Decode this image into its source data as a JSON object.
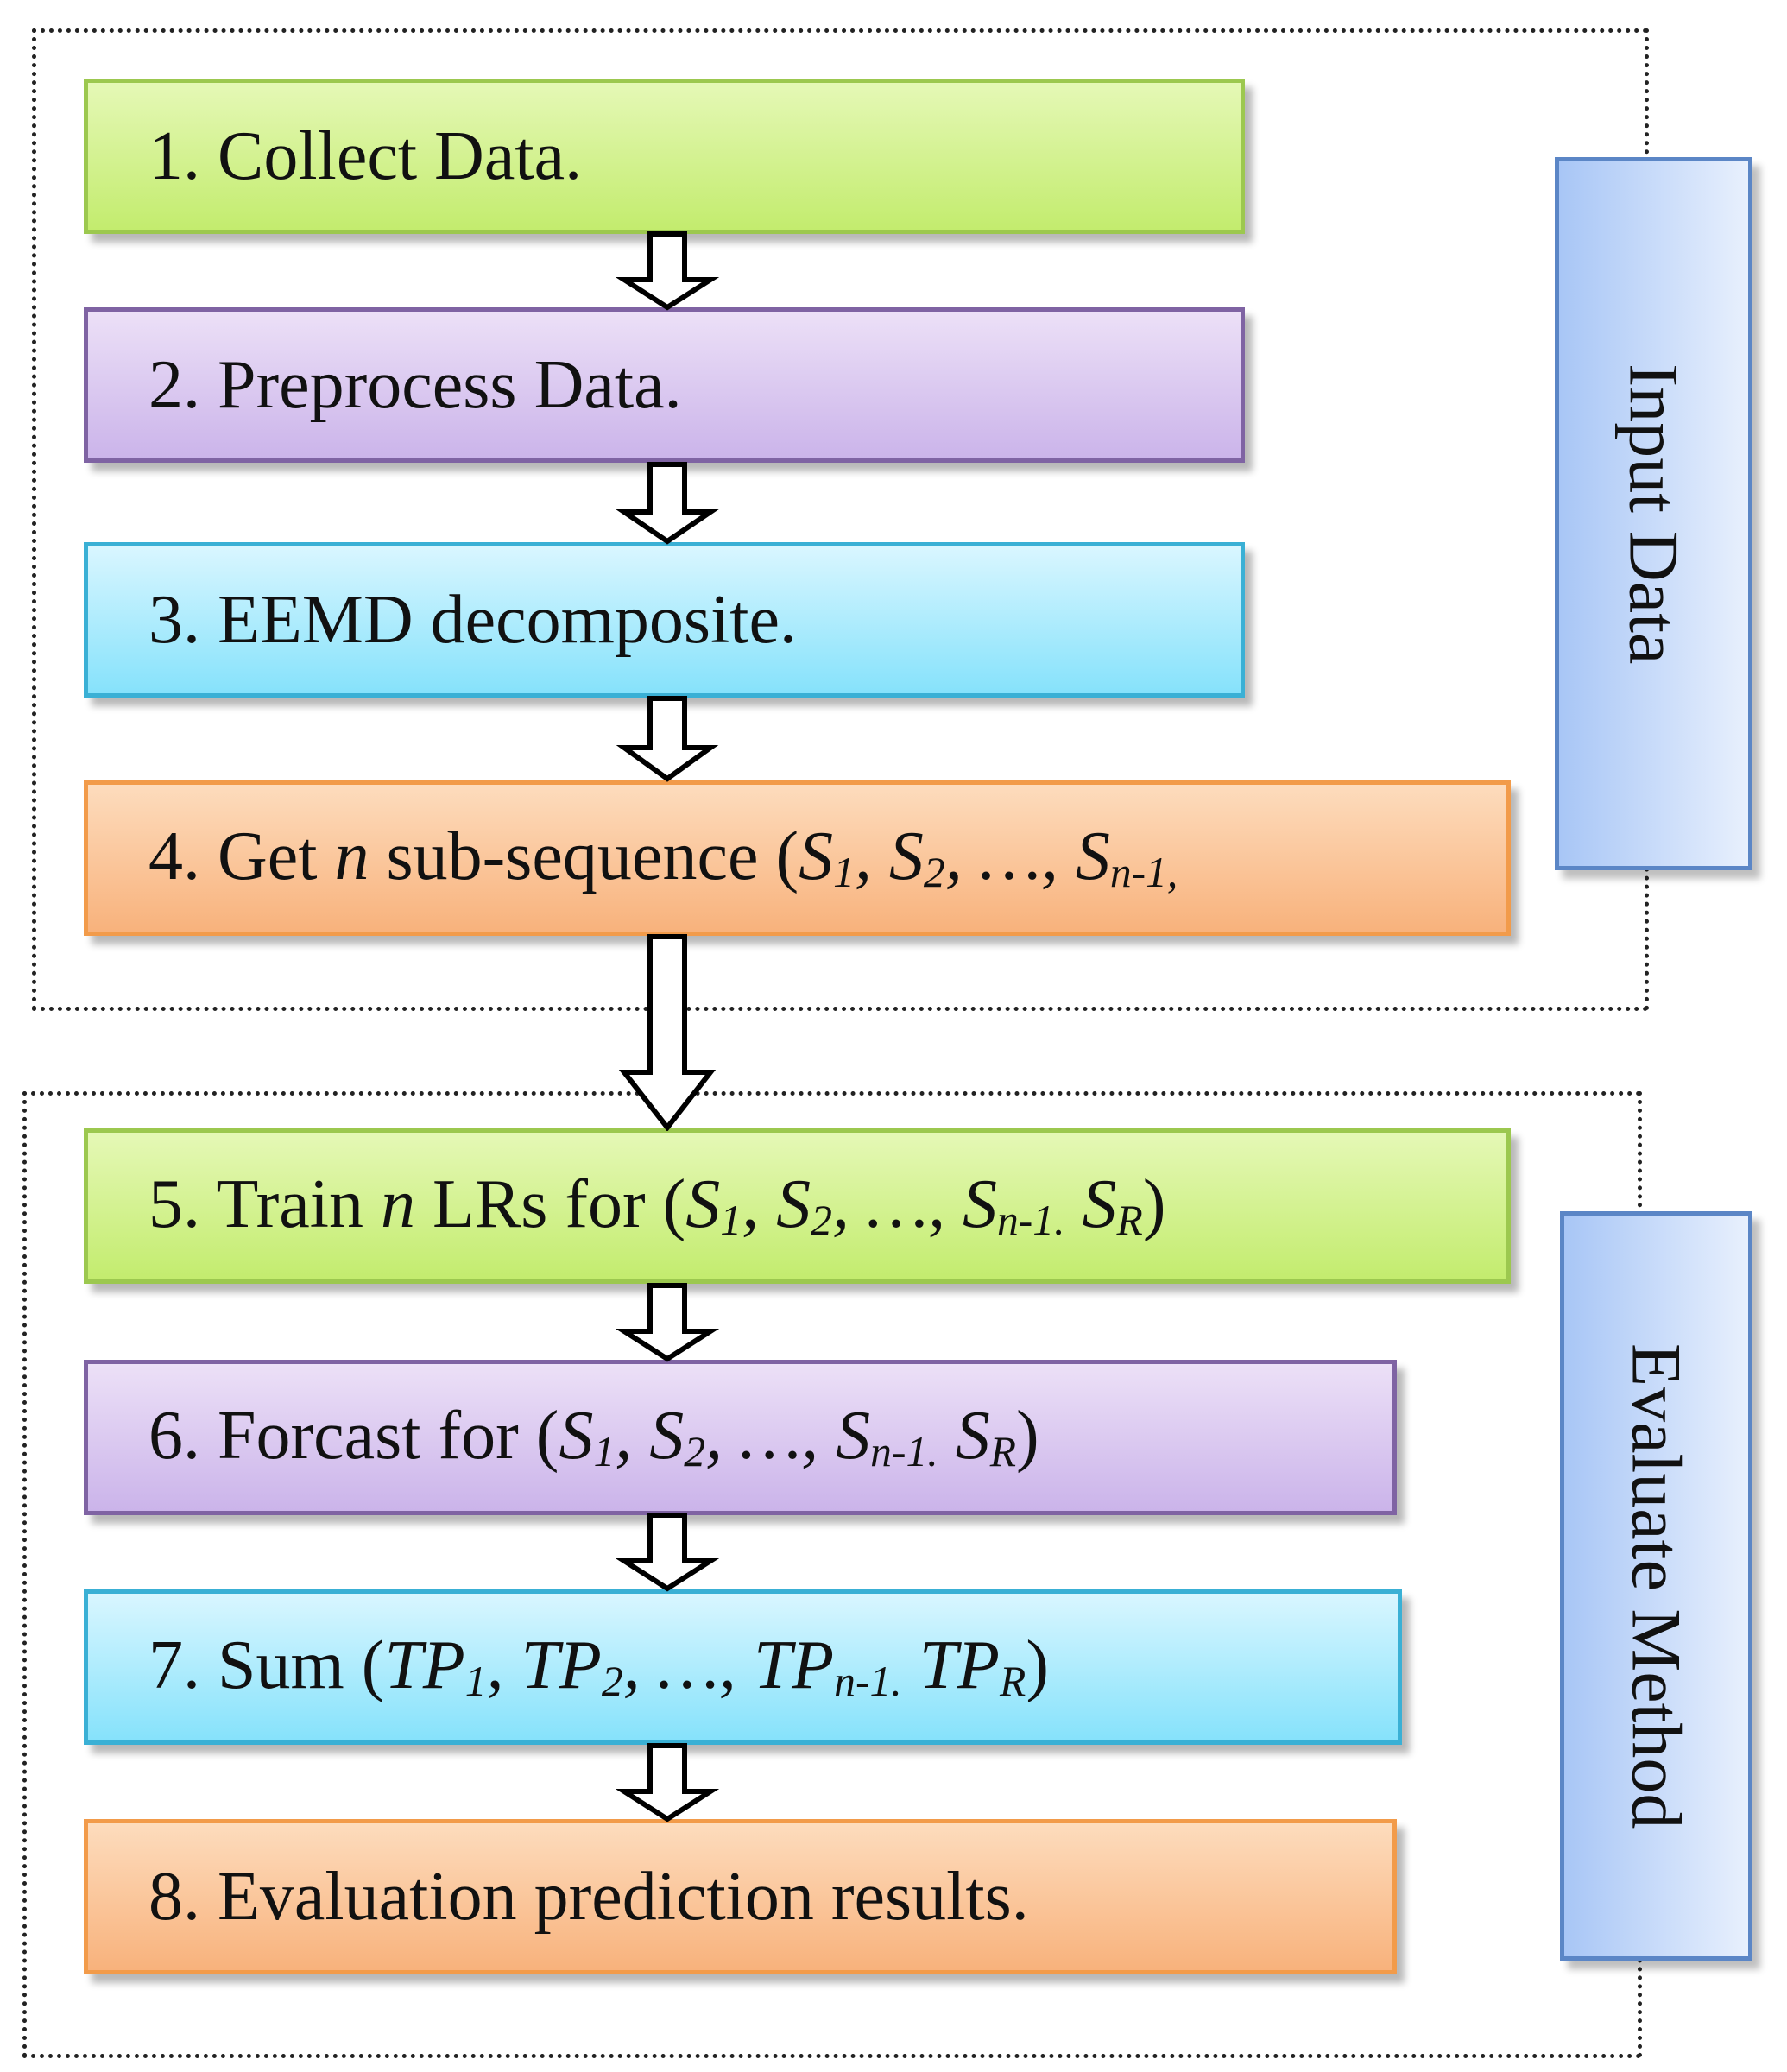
{
  "groups": {
    "input": {
      "label": "Input Data"
    },
    "evaluate": {
      "label": "Evaluate Method"
    }
  },
  "steps": [
    {
      "color": "green",
      "parts": [
        {
          "t": "1. Collect Data."
        }
      ]
    },
    {
      "color": "purple",
      "parts": [
        {
          "t": "2. Preprocess Data."
        }
      ]
    },
    {
      "color": "cyan",
      "parts": [
        {
          "t": "3. EEMD decomposite."
        }
      ]
    },
    {
      "color": "orange",
      "parts": [
        {
          "t": "4. Get "
        },
        {
          "t": "n",
          "i": true
        },
        {
          "t": " sub-sequence ("
        },
        {
          "t": "S",
          "i": true
        },
        {
          "t": "1",
          "sub": true
        },
        {
          "t": ", ",
          "i": true
        },
        {
          "t": "S",
          "i": true
        },
        {
          "t": "2",
          "sub": true
        },
        {
          "t": ",  …, ",
          "i": true
        },
        {
          "t": "S",
          "i": true
        },
        {
          "t": "n-1,",
          "sub": true
        }
      ]
    },
    {
      "color": "green",
      "parts": [
        {
          "t": "5. Train "
        },
        {
          "t": "n",
          "i": true
        },
        {
          "t": " LRs for ("
        },
        {
          "t": "S",
          "i": true
        },
        {
          "t": "1",
          "sub": true
        },
        {
          "t": ", ",
          "i": true
        },
        {
          "t": "S",
          "i": true
        },
        {
          "t": "2",
          "sub": true
        },
        {
          "t": ",  …, ",
          "i": true
        },
        {
          "t": "S",
          "i": true
        },
        {
          "t": "n-1.",
          "sub": true
        },
        {
          "t": " S",
          "i": true
        },
        {
          "t": "R",
          "sub": true
        },
        {
          "t": ")"
        }
      ]
    },
    {
      "color": "purple",
      "parts": [
        {
          "t": "6. Forcast for ("
        },
        {
          "t": "S",
          "i": true
        },
        {
          "t": "1",
          "sub": true
        },
        {
          "t": ", ",
          "i": true
        },
        {
          "t": "S",
          "i": true
        },
        {
          "t": "2",
          "sub": true
        },
        {
          "t": ",  …, ",
          "i": true
        },
        {
          "t": "S",
          "i": true
        },
        {
          "t": "n-1.",
          "sub": true
        },
        {
          "t": " S",
          "i": true
        },
        {
          "t": "R",
          "sub": true
        },
        {
          "t": ")"
        }
      ]
    },
    {
      "color": "cyan",
      "parts": [
        {
          "t": "7. Sum ("
        },
        {
          "t": "TP",
          "i": true
        },
        {
          "t": "1",
          "sub": true
        },
        {
          "t": ", ",
          "i": true
        },
        {
          "t": "TP",
          "i": true
        },
        {
          "t": "2",
          "sub": true
        },
        {
          "t": ",  …, ",
          "i": true
        },
        {
          "t": "TP",
          "i": true
        },
        {
          "t": "n-1.",
          "sub": true
        },
        {
          "t": " TP",
          "i": true
        },
        {
          "t": "R",
          "sub": true
        },
        {
          "t": ")"
        }
      ]
    },
    {
      "color": "orange",
      "parts": [
        {
          "t": "8. Evaluation prediction results."
        }
      ]
    }
  ]
}
